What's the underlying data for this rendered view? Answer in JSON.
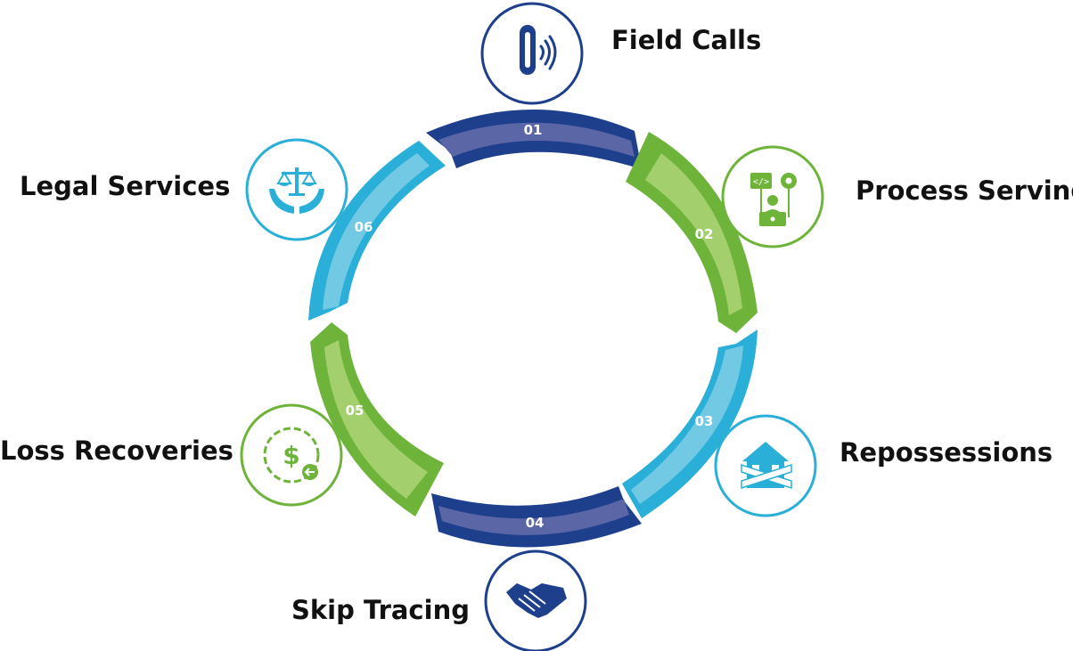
{
  "diagram": {
    "colors": {
      "navy": "#1d3f8c",
      "navy_light": "#5a66a6",
      "green": "#6fb43a",
      "green_light": "#a3cf6c",
      "cyan": "#2aafd8",
      "cyan_light": "#72c9e4"
    },
    "steps": [
      {
        "number": "01",
        "label": "Field Calls",
        "icon": "phone-icon",
        "color": "navy"
      },
      {
        "number": "02",
        "label": "Process Serving",
        "icon": "developer-desk-icon",
        "color": "green"
      },
      {
        "number": "03",
        "label": "Repossessions",
        "icon": "taped-house-icon",
        "color": "cyan"
      },
      {
        "number": "04",
        "label": "Skip Tracing",
        "icon": "handshake-icon",
        "color": "navy"
      },
      {
        "number": "05",
        "label": "Loss Recoveries",
        "icon": "dollar-return-icon",
        "color": "green"
      },
      {
        "number": "06",
        "label": "Legal Services",
        "icon": "scales-hands-icon",
        "color": "cyan"
      }
    ]
  }
}
